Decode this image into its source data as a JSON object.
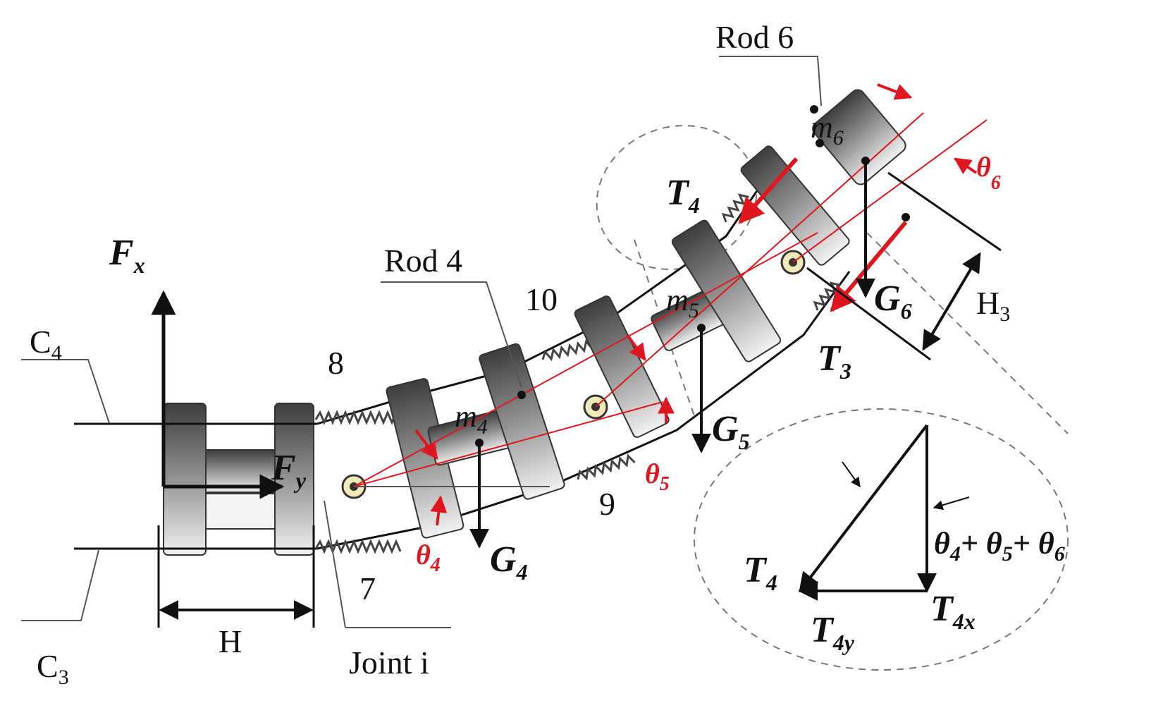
{
  "labels": {
    "rod6": "Rod 6",
    "rod4": "Rod 4",
    "c4": "C",
    "c4_sub": "4",
    "c3": "C",
    "c3_sub": "3",
    "h": "H",
    "h3": "H",
    "h3_sub": "3",
    "joint": "Joint i",
    "n7": "7",
    "n8": "8",
    "n9": "9",
    "n10": "10",
    "fx": "F",
    "fx_sub": "x",
    "fy": "F",
    "fy_sub": "y",
    "m4": "m",
    "m4_sub": "4",
    "m5": "m",
    "m5_sub": "5",
    "m6": "m",
    "m6_sub": "6",
    "g4": "G",
    "g4_sub": "4",
    "g5": "G",
    "g5_sub": "5",
    "g6": "G",
    "g6_sub": "6",
    "t3": "T",
    "t3_sub": "3",
    "t4_top": "T",
    "t4_top_sub": "4",
    "theta4": "θ",
    "theta4_sub": "4",
    "theta5": "θ",
    "theta5_sub": "5",
    "theta6": "θ",
    "theta6_sub": "6",
    "inset_t4": "T",
    "inset_t4_sub": "4",
    "inset_t4x": "T",
    "inset_t4x_sub": "4x",
    "inset_t4y": "T",
    "inset_t4y_sub": "4y",
    "inset_sum": "θ",
    "inset_sum_a": "4",
    "inset_plus1": "+ θ",
    "inset_sum_b": "5",
    "inset_plus2": "+ θ",
    "inset_sum_c": "6"
  },
  "colors": {
    "ink": "#111111",
    "red": "#e0161e",
    "disk_dark": "#4a4a4a",
    "disk_light": "#f4f4f4"
  }
}
